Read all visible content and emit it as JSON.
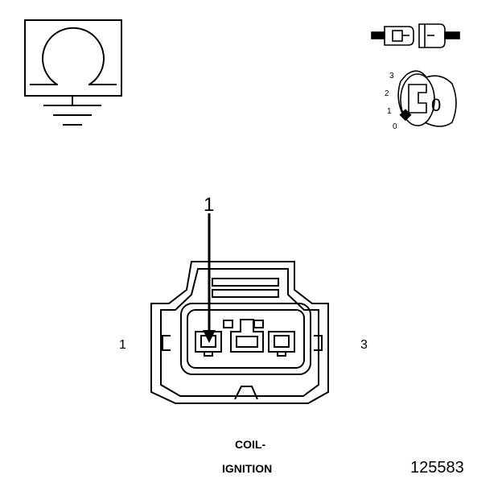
{
  "symbols": {
    "ohmmeter_icon": "ohm-meter-ground-icon",
    "connector_icon": "disconnected-connector-icon",
    "ignition_key_icon": "ignition-key-icon",
    "key_positions": [
      "3",
      "2",
      "1",
      "0"
    ],
    "key_label": "0"
  },
  "callout": {
    "number": "1"
  },
  "connector": {
    "pin_left": "1",
    "pin_right": "3",
    "name_line1": "COIL-",
    "name_line2": "IGNITION"
  },
  "figure_number": "125583",
  "colors": {
    "ink": "#000000",
    "paper": "#ffffff"
  }
}
